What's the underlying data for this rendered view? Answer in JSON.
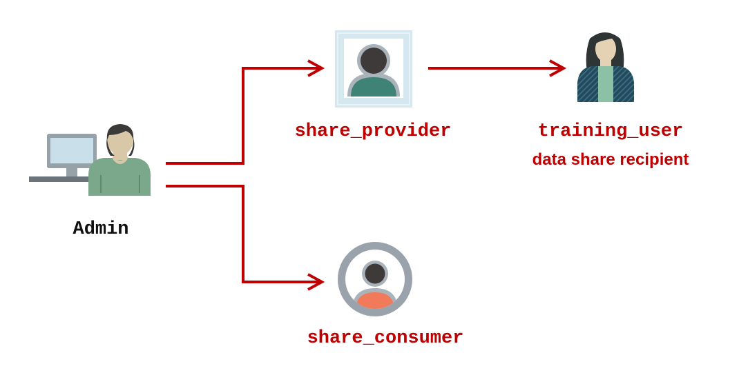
{
  "colors": {
    "arrow": "#c00000",
    "label_red": "#c00000",
    "label_black": "#111111",
    "provider_tile": "#d5e8ef",
    "consumer_ring": "#9aa3ab",
    "consumer_body": "#f07a5a",
    "provider_body": "#3f8276",
    "admin_shirt": "#7ba88a"
  },
  "nodes": {
    "admin": {
      "label": "Admin",
      "icon": "admin-computer-user-icon"
    },
    "share_provider": {
      "label": "share_provider",
      "icon": "provider-avatar-icon"
    },
    "training_user": {
      "label": "training_user",
      "sublabel": "data share recipient",
      "icon": "woman-user-icon"
    },
    "share_consumer": {
      "label": "share_consumer",
      "icon": "consumer-avatar-icon"
    }
  },
  "edges": [
    {
      "from": "admin",
      "to": "share_provider"
    },
    {
      "from": "share_provider",
      "to": "training_user"
    },
    {
      "from": "admin",
      "to": "share_consumer"
    }
  ]
}
